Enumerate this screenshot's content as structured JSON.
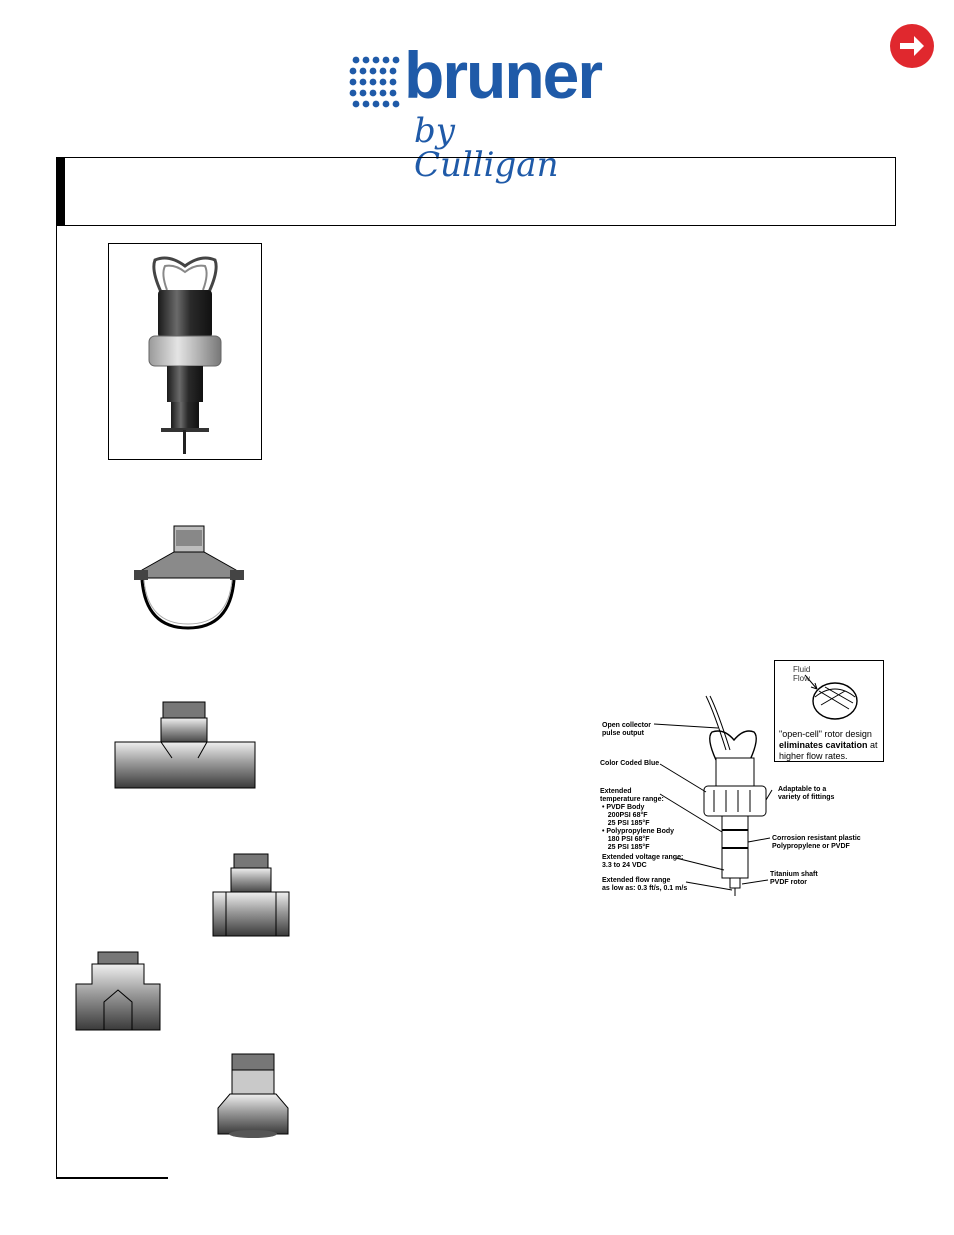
{
  "brand": {
    "name": "bruner",
    "byline": "by Culligan",
    "color": "#1f5aa8"
  },
  "nav": {
    "next_icon": "arrow-right-icon",
    "next_color": "#e0282e"
  },
  "diagram": {
    "callouts": {
      "open_collector": "Open collector\npulse output",
      "color_coded": "Color Coded Blue",
      "ext_temp": "Extended\ntemperature range:\n • PVDF Body\n    200PSI 68°F\n    25 PSI 185°F\n • Polypropylene Body\n    180 PSI 68°F\n    25 PSI 185°F",
      "ext_voltage": "Extended voltage range:\n3.3 to 24 VDC",
      "ext_flow": "Extended flow range\nas low as: 0.3 ft/s, 0.1 m/s",
      "adaptable": "Adaptable to a\nvariety of fittings",
      "corrosion": "Corrosion resistant plastic\nPolypropylene or PVDF",
      "titanium": "Titanium shaft\nPVDF rotor"
    },
    "inset": {
      "fluid_flow": "Fluid\nFlow",
      "text_pre": "\"open-cell\" rotor design ",
      "text_bold": "eliminates cavitation",
      "text_post": " at higher flow rates."
    }
  }
}
